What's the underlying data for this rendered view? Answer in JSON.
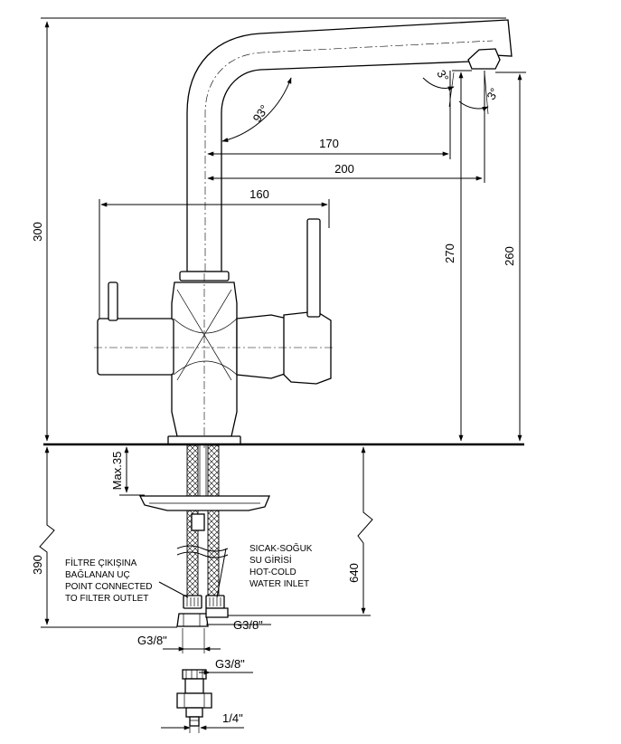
{
  "drawing": {
    "dims": {
      "d300": "300",
      "d270": "270",
      "d260": "260",
      "d170": "170",
      "d200": "200",
      "d160": "160",
      "d390": "390",
      "d640": "640",
      "max35": "Max.35",
      "angle93": "93°",
      "angle3a": "3°",
      "angle3b": "3°"
    },
    "threads": {
      "g38_left": "G3/8\"",
      "g38_right": "G3/8\"",
      "g38_adapter": "G3/8\"",
      "quarter": "1/4\""
    },
    "notes": {
      "filter_1": "FİLTRE ÇIKIŞINA",
      "filter_2": "BAĞLANAN UÇ",
      "filter_3": "POINT CONNECTED",
      "filter_4": "TO FILTER OUTLET",
      "inlet_1": "SICAK-SOĞUK",
      "inlet_2": "SU GİRİSİ",
      "inlet_3": "HOT-COLD",
      "inlet_4": "WATER INLET"
    }
  }
}
